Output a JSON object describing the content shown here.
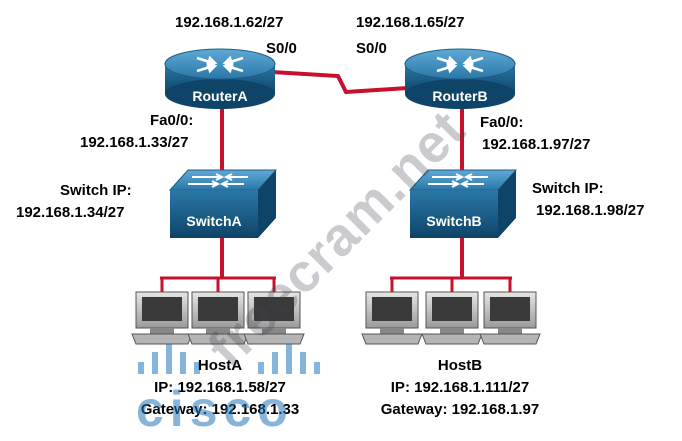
{
  "router_a": {
    "name": "RouterA",
    "serial_ip": "192.168.1.62/27",
    "serial_if": "S0/0",
    "fa_if": "Fa0/0:",
    "fa_ip": "192.168.1.33/27"
  },
  "router_b": {
    "name": "RouterB",
    "serial_ip": "192.168.1.65/27",
    "serial_if": "S0/0",
    "fa_if": "Fa0/0:",
    "fa_ip": "192.168.1.97/27"
  },
  "switch_a": {
    "name": "SwitchA",
    "label": "Switch IP:",
    "ip": "192.168.1.34/27"
  },
  "switch_b": {
    "name": "SwitchB",
    "label": "Switch IP:",
    "ip": "192.168.1.98/27"
  },
  "host_a": {
    "name": "HostA",
    "ip": "IP: 192.168.1.58/27",
    "gateway": "Gateway: 192.168.1.33"
  },
  "host_b": {
    "name": "HostB",
    "ip": "IP: 192.168.1.111/27",
    "gateway": "Gateway: 192.168.1.97"
  },
  "watermark": {
    "site": "freecram.net",
    "brand": "cisco"
  },
  "colors": {
    "device_blue": "#2a78a8",
    "device_dark": "#0e4468",
    "link_red": "#c8102e"
  }
}
